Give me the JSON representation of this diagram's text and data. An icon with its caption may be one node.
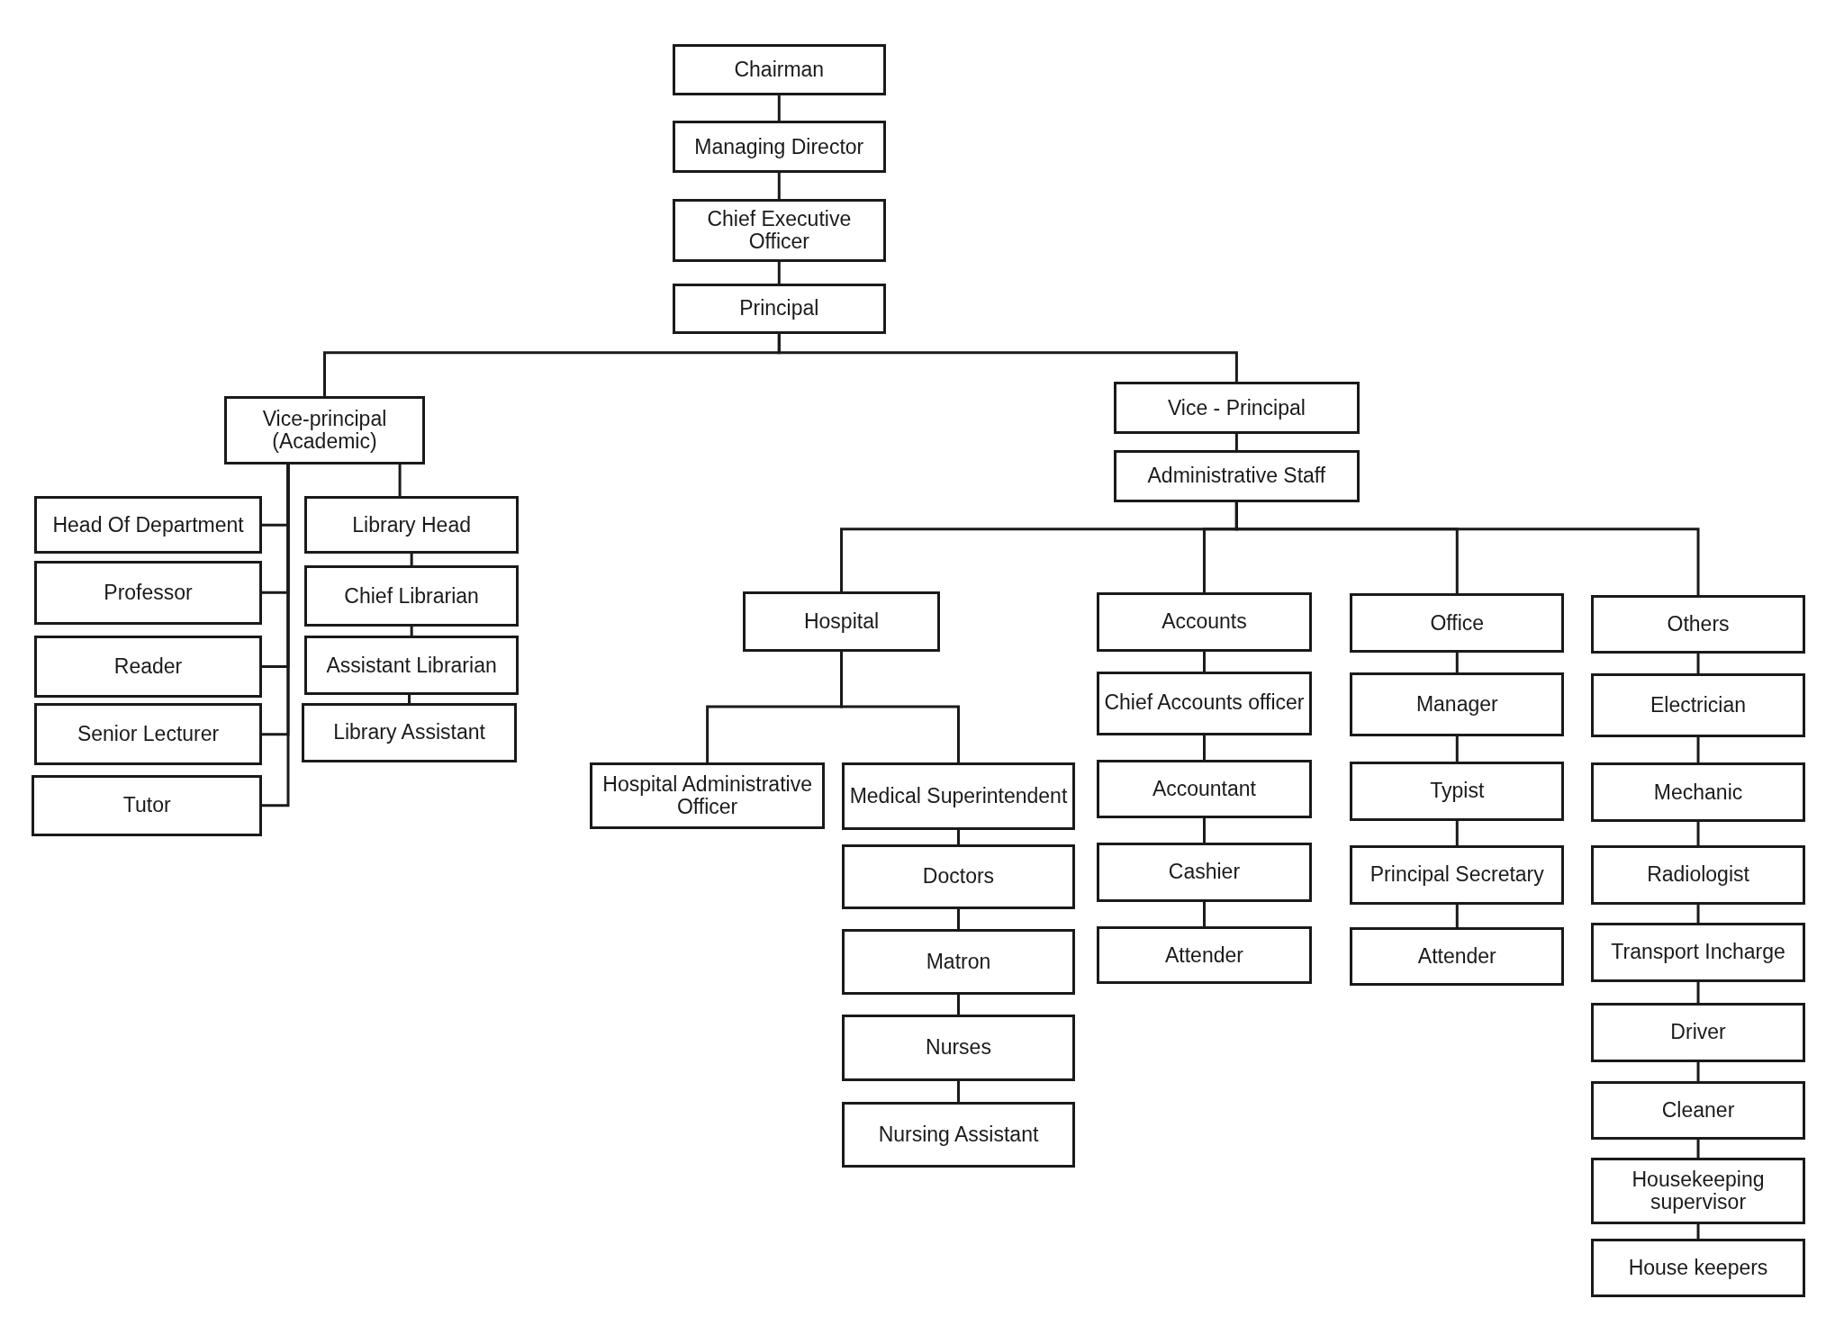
{
  "diagram": {
    "nodes": [
      {
        "text": [
          "Chairman"
        ]
      },
      {
        "text": [
          "Managing Director"
        ]
      },
      {
        "text": [
          "Chief Executive Officer"
        ]
      },
      {
        "text": [
          "Principal"
        ]
      },
      {
        "text": [
          "Vice-principal (Academic)"
        ]
      },
      {
        "text": [
          "Vice - Principal"
        ]
      },
      {
        "text": [
          "Administrative Staff"
        ]
      },
      {
        "text": [
          "Head Of Department"
        ]
      },
      {
        "text": [
          "Professor"
        ]
      },
      {
        "text": [
          "Reader"
        ]
      },
      {
        "text": [
          "Senior Lecturer"
        ]
      },
      {
        "text": [
          "Tutor"
        ]
      },
      {
        "text": [
          "Library Head"
        ]
      },
      {
        "text": [
          "Chief Librarian"
        ]
      },
      {
        "text": [
          "Assistant Librarian"
        ]
      },
      {
        "text": [
          "Library Assistant"
        ]
      },
      {
        "text": [
          "Hospital"
        ]
      },
      {
        "text": [
          "Hospital Administrative Officer"
        ]
      },
      {
        "text": [
          "Medical Superintendent"
        ]
      },
      {
        "text": [
          "Doctors"
        ]
      },
      {
        "text": [
          "Matron"
        ]
      },
      {
        "text": [
          "Nurses"
        ]
      },
      {
        "text": [
          "Nursing Assistant"
        ]
      },
      {
        "text": [
          "Accounts"
        ]
      },
      {
        "text": [
          "Chief Accounts officer"
        ]
      },
      {
        "text": [
          "Accountant"
        ]
      },
      {
        "text": [
          "Cashier"
        ]
      },
      {
        "text": [
          "Attender"
        ]
      },
      {
        "text": [
          "Office"
        ]
      },
      {
        "text": [
          "Manager"
        ]
      },
      {
        "text": [
          "Typist"
        ]
      },
      {
        "text": [
          "Principal Secretary"
        ]
      },
      {
        "text": [
          "Attender"
        ]
      },
      {
        "text": [
          "Others"
        ]
      },
      {
        "text": [
          "Electrician"
        ]
      },
      {
        "text": [
          "Mechanic"
        ]
      },
      {
        "text": [
          "Radiologist"
        ]
      },
      {
        "text": [
          "Transport Incharge"
        ]
      },
      {
        "text": [
          "Driver"
        ]
      },
      {
        "text": [
          "Cleaner"
        ]
      },
      {
        "text": [
          "Housekeeping supervisor"
        ]
      },
      {
        "text": [
          "House keepers"
        ]
      }
    ],
    "edges": [
      {
        "from": 0,
        "to": 1,
        "arrow": "none"
      },
      {
        "from": 1,
        "to": 2,
        "arrow": "none"
      },
      {
        "from": 2,
        "to": 3,
        "arrow": "none"
      },
      {
        "from": 3,
        "to": 4,
        "arrow": "none"
      },
      {
        "from": 3,
        "to": 5,
        "arrow": "none"
      },
      {
        "from": 5,
        "to": 6,
        "arrow": "none"
      },
      {
        "from": 4,
        "to": 7,
        "arrow": "none"
      },
      {
        "from": 4,
        "to": 8,
        "arrow": "none"
      },
      {
        "from": 4,
        "to": 9,
        "arrow": "none"
      },
      {
        "from": 4,
        "to": 10,
        "arrow": "none"
      },
      {
        "from": 4,
        "to": 11,
        "arrow": "none"
      },
      {
        "from": 4,
        "to": 12,
        "arrow": "none"
      },
      {
        "from": 12,
        "to": 13,
        "arrow": "none"
      },
      {
        "from": 13,
        "to": 14,
        "arrow": "none"
      },
      {
        "from": 14,
        "to": 15,
        "arrow": "none"
      },
      {
        "from": 6,
        "to": 16,
        "arrow": "none"
      },
      {
        "from": 6,
        "to": 23,
        "arrow": "none"
      },
      {
        "from": 6,
        "to": 28,
        "arrow": "none"
      },
      {
        "from": 6,
        "to": 33,
        "arrow": "none"
      },
      {
        "from": 16,
        "to": 17,
        "arrow": "none"
      },
      {
        "from": 16,
        "to": 18,
        "arrow": "none"
      },
      {
        "from": 18,
        "to": 19,
        "arrow": "none"
      },
      {
        "from": 19,
        "to": 20,
        "arrow": "none"
      },
      {
        "from": 20,
        "to": 21,
        "arrow": "none"
      },
      {
        "from": 21,
        "to": 22,
        "arrow": "none"
      },
      {
        "from": 23,
        "to": 24,
        "arrow": "none"
      },
      {
        "from": 24,
        "to": 25,
        "arrow": "none"
      },
      {
        "from": 25,
        "to": 26,
        "arrow": "none"
      },
      {
        "from": 26,
        "to": 27,
        "arrow": "none"
      },
      {
        "from": 28,
        "to": 29,
        "arrow": "none"
      },
      {
        "from": 29,
        "to": 30,
        "arrow": "none"
      },
      {
        "from": 30,
        "to": 31,
        "arrow": "none"
      },
      {
        "from": 31,
        "to": 32,
        "arrow": "none"
      },
      {
        "from": 33,
        "to": 34,
        "arrow": "none"
      },
      {
        "from": 34,
        "to": 35,
        "arrow": "none"
      },
      {
        "from": 35,
        "to": 36,
        "arrow": "none"
      },
      {
        "from": 36,
        "to": 37,
        "arrow": "none"
      },
      {
        "from": 37,
        "to": 38,
        "arrow": "none"
      },
      {
        "from": 38,
        "to": 39,
        "arrow": "none"
      },
      {
        "from": 39,
        "to": 40,
        "arrow": "none"
      },
      {
        "from": 40,
        "to": 41,
        "arrow": "none"
      }
    ]
  }
}
